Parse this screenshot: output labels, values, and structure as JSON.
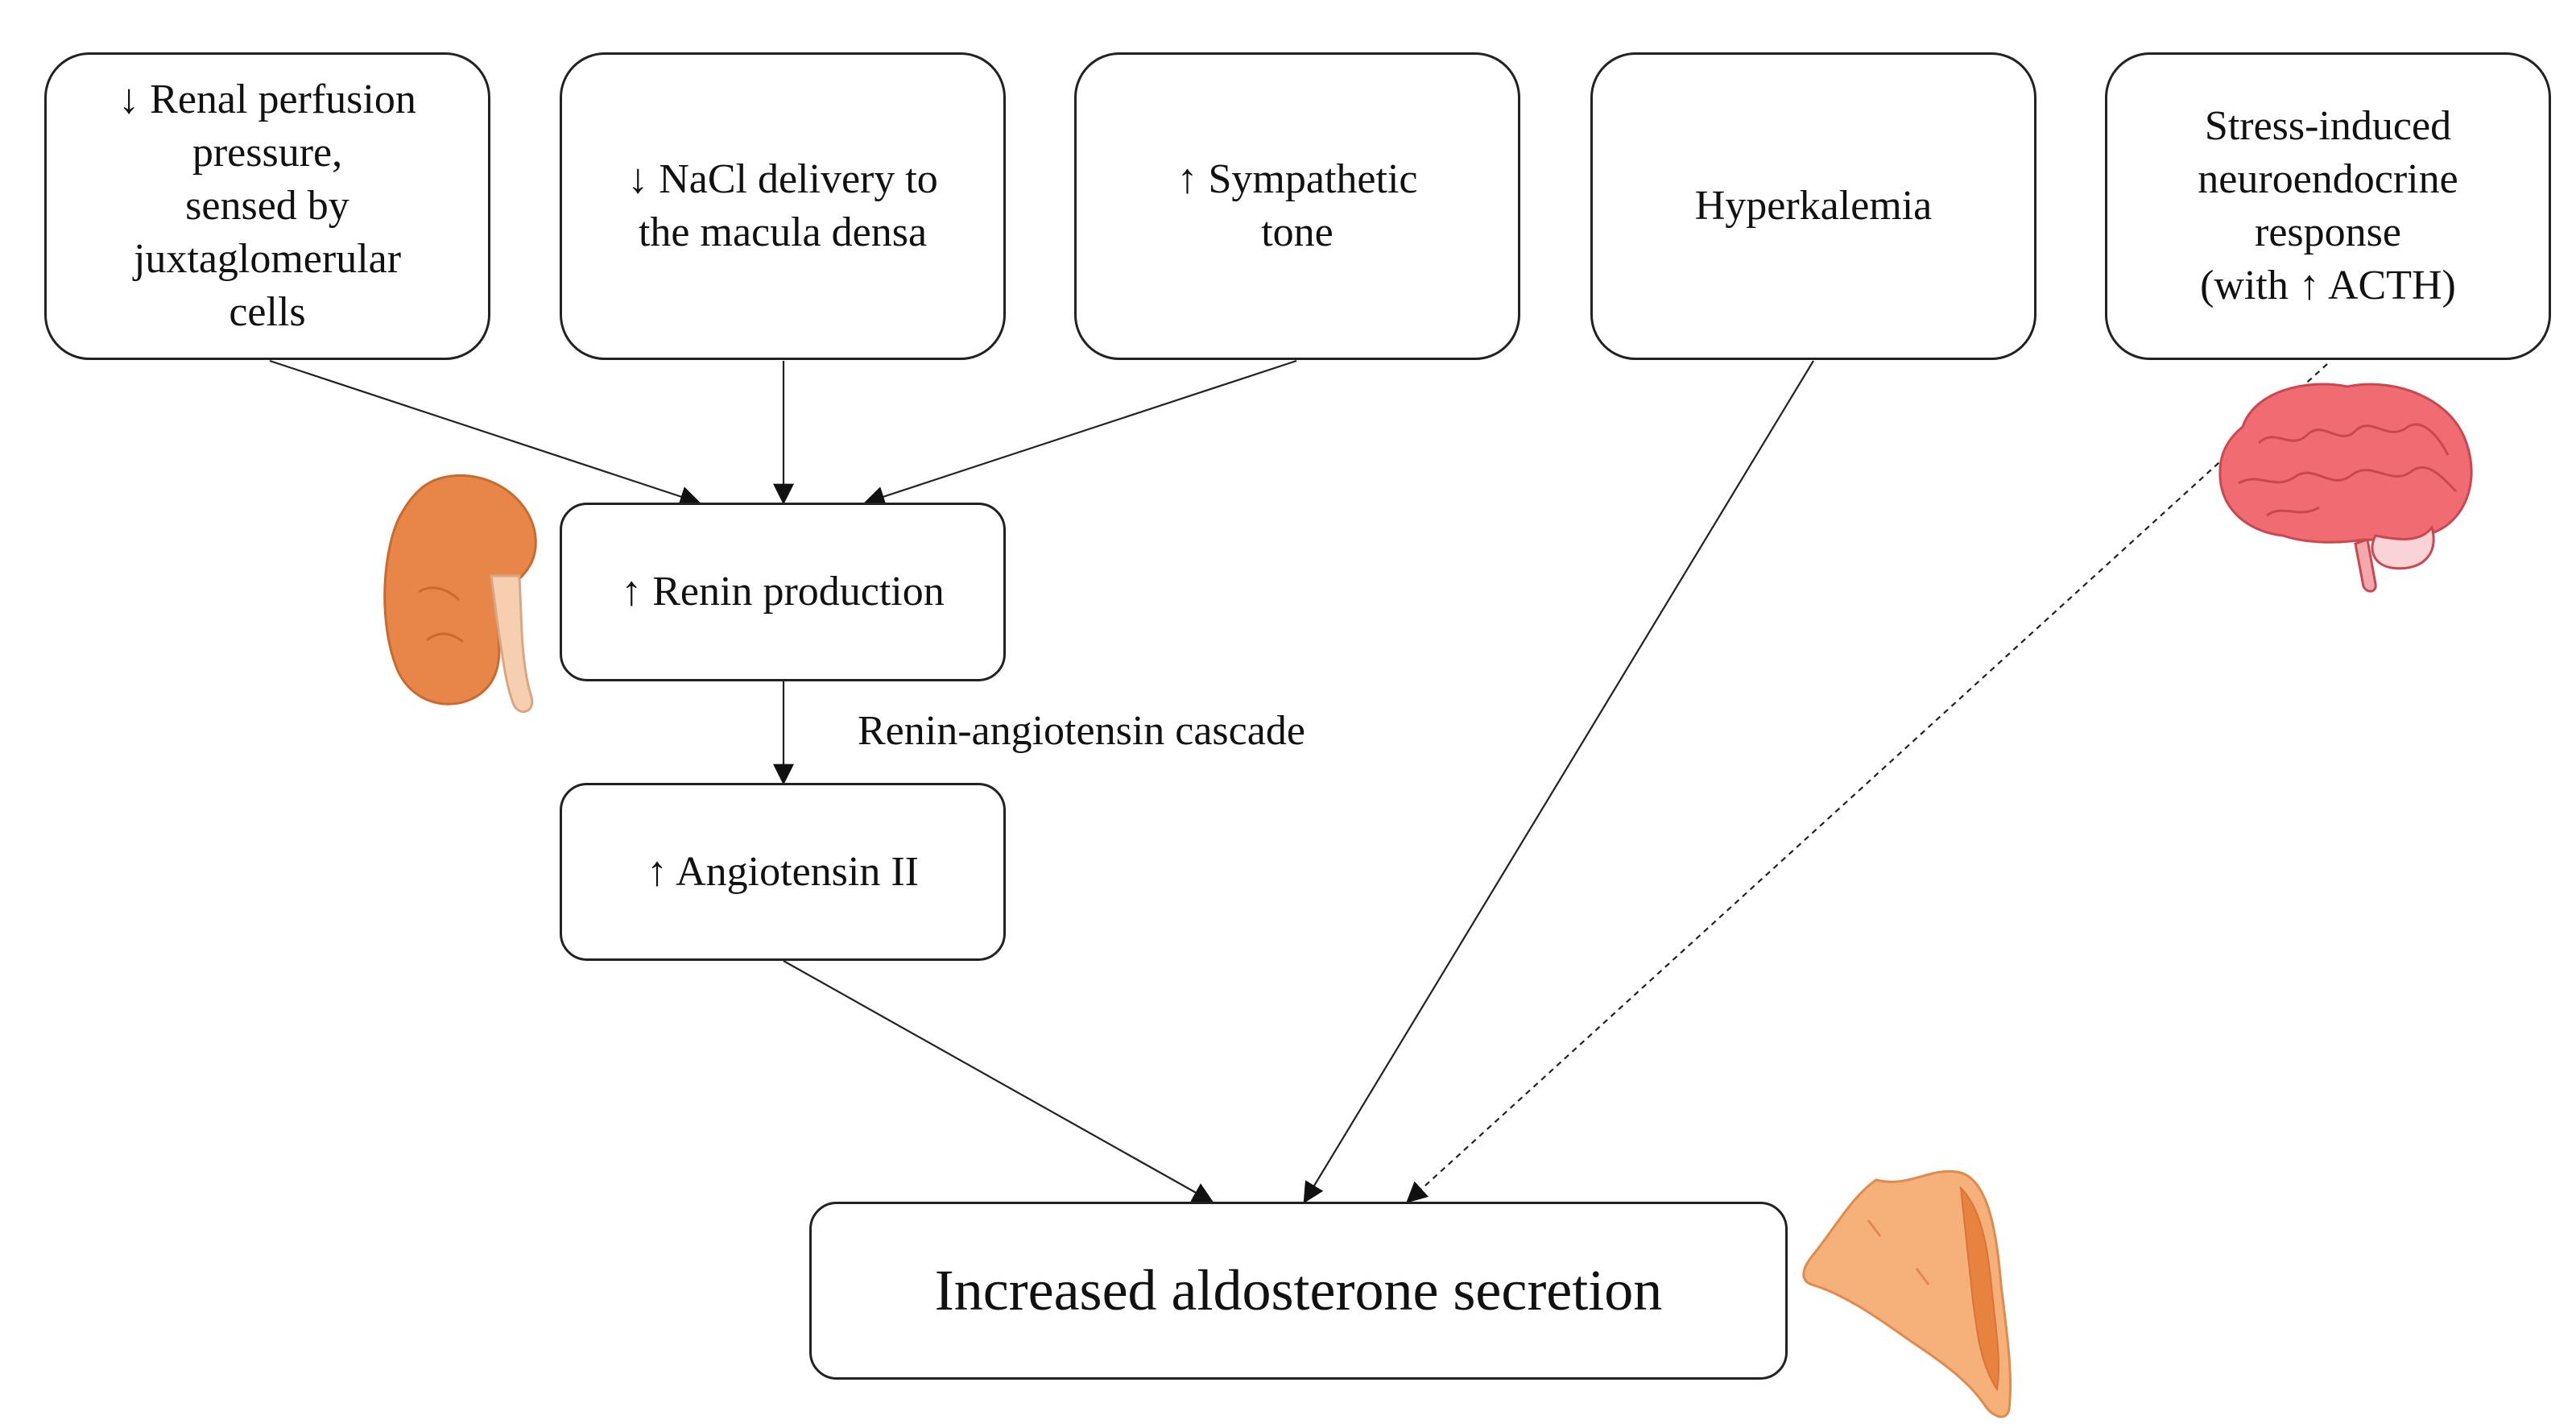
{
  "diagram": {
    "inputs": [
      {
        "id": "renal",
        "lines": [
          "↓ Renal perfusion",
          "pressure,",
          "sensed by",
          "juxtaglomerular",
          "cells"
        ]
      },
      {
        "id": "nacl",
        "lines": [
          "↓ NaCl delivery to",
          "the macula densa"
        ]
      },
      {
        "id": "sympathetic",
        "lines": [
          "↑ Sympathetic",
          "tone"
        ]
      },
      {
        "id": "hyperkalemia",
        "lines": [
          "Hyperkalemia"
        ]
      },
      {
        "id": "stress",
        "lines": [
          "Stress-induced",
          "neuroendocrine",
          "response",
          "(with ↑ ACTH)"
        ]
      }
    ],
    "renin": "↑ Renin production",
    "cascade_label": "Renin-angiotensin cascade",
    "angiotensin": "↑ Angiotensin II",
    "outcome": "Increased aldosterone secretion"
  }
}
